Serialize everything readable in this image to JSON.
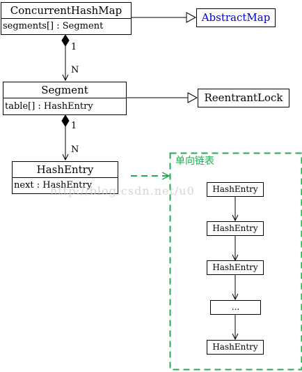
{
  "classes": {
    "concurrent_hash_map": {
      "name": "ConcurrentHashMap",
      "attribute": "segments[] : Segment"
    },
    "segment": {
      "name": "Segment",
      "attribute": "table[] : HashEntry"
    },
    "hash_entry": {
      "name": "HashEntry",
      "attribute": "next : HashEntry"
    }
  },
  "parents": {
    "abstract_map": "AbstractMap",
    "reentrant_lock": "ReentrantLock"
  },
  "multiplicities": {
    "map_segment": {
      "one": "1",
      "many": "N"
    },
    "segment_entry": {
      "one": "1",
      "many": "N"
    }
  },
  "linked_list": {
    "title": "单向链表",
    "nodes": [
      "HashEntry",
      "HashEntry",
      "HashEntry",
      "...",
      "HashEntry"
    ]
  },
  "watermark": "http://blog.csdn.net/u0",
  "colors": {
    "abstract_map_text": "#0000cc",
    "group_border": "#22aa55",
    "group_title": "#22aa55",
    "line": "#000000"
  }
}
